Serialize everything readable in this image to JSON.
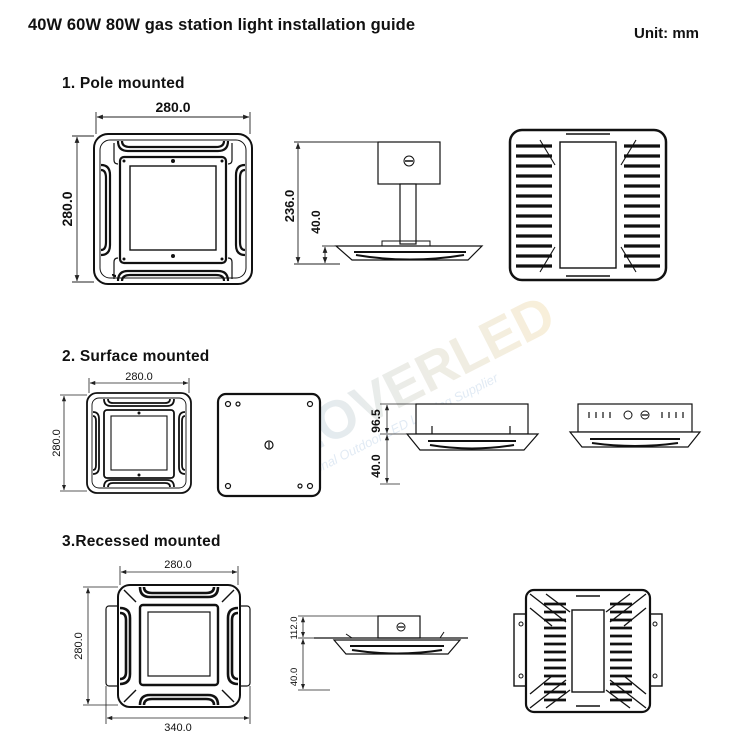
{
  "title": "40W 60W 80W gas station light installation guide",
  "unit": "Unit: mm",
  "watermark": {
    "brand": "KLOVERLED",
    "tagline": "Professional Outdoor LED Lighting Supplier"
  },
  "sections": {
    "pole": {
      "heading": "1. Pole mounted",
      "dims": {
        "width": "280.0",
        "height": "280.0",
        "total_height": "236.0",
        "body_height": "40.0"
      }
    },
    "surface": {
      "heading": "2. Surface mounted",
      "dims": {
        "width": "280.0",
        "height": "280.0",
        "box_height": "96.5",
        "body_height": "40.0"
      }
    },
    "recessed": {
      "heading": "3.Recessed mounted",
      "dims": {
        "width_top": "280.0",
        "width_bottom": "340.0",
        "height": "280.0",
        "total_height": "112.0",
        "body_height": "40.0"
      }
    }
  }
}
